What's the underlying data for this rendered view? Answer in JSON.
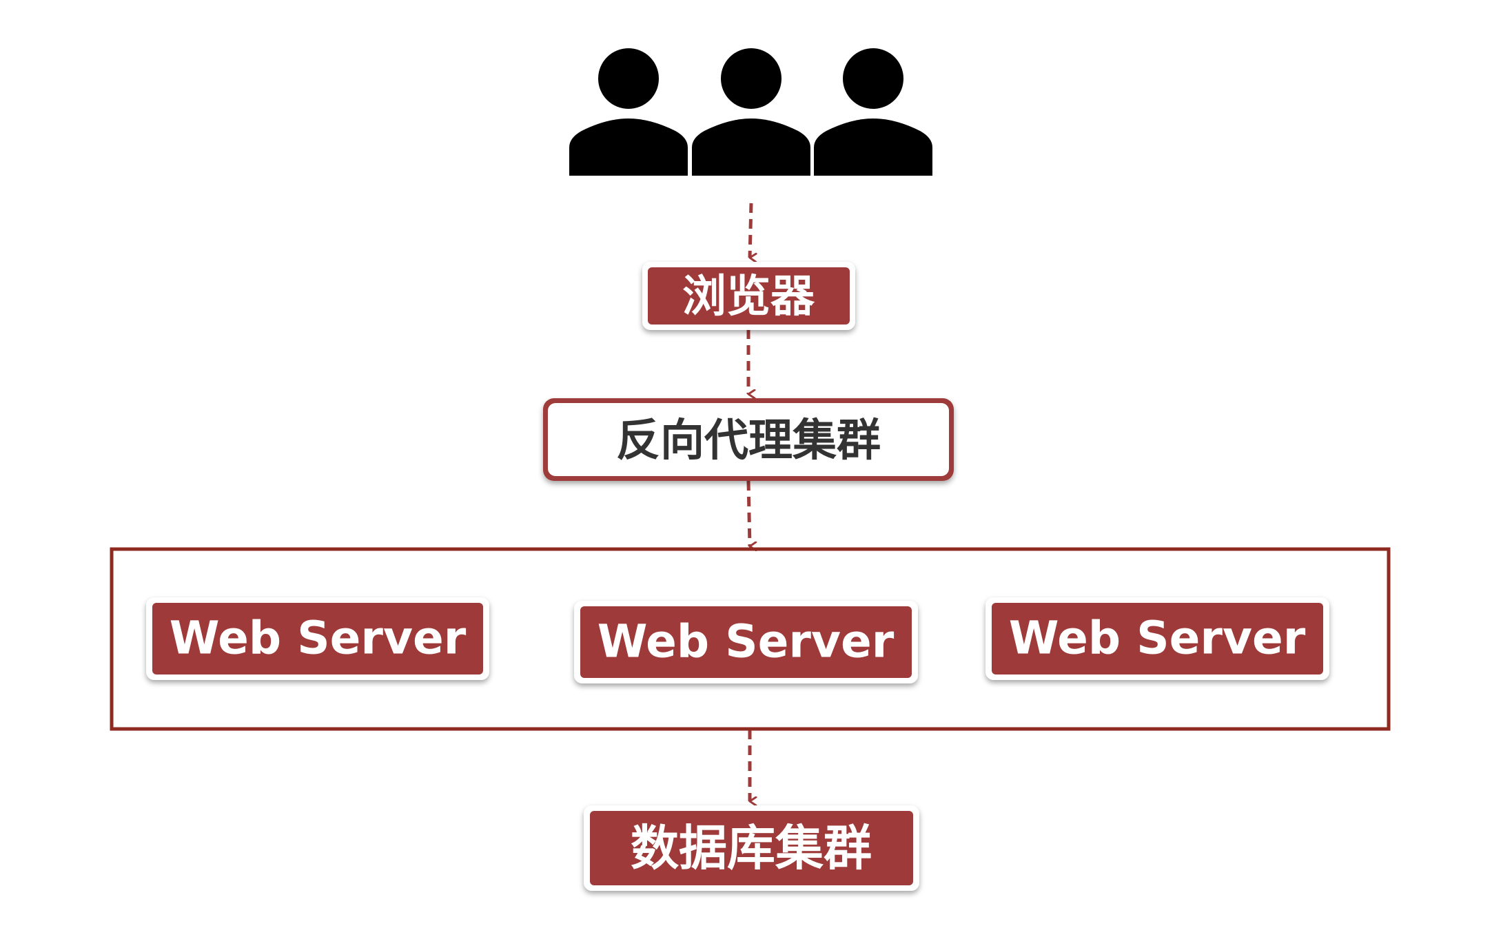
{
  "colors": {
    "accent": "#9e3b3a",
    "group_border": "#8e2a20",
    "users_icon": "#000000",
    "light_text": "#ffffff",
    "dark_text": "#333333"
  },
  "users": {
    "icon": "three-users-icon"
  },
  "nodes": {
    "browser": {
      "label": "浏览器"
    },
    "reverse_proxy": {
      "label": "反向代理集群"
    },
    "web_servers": [
      {
        "label": "Web Server"
      },
      {
        "label": "Web Server"
      },
      {
        "label": "Web Server"
      }
    ],
    "database": {
      "label": "数据库集群"
    }
  }
}
